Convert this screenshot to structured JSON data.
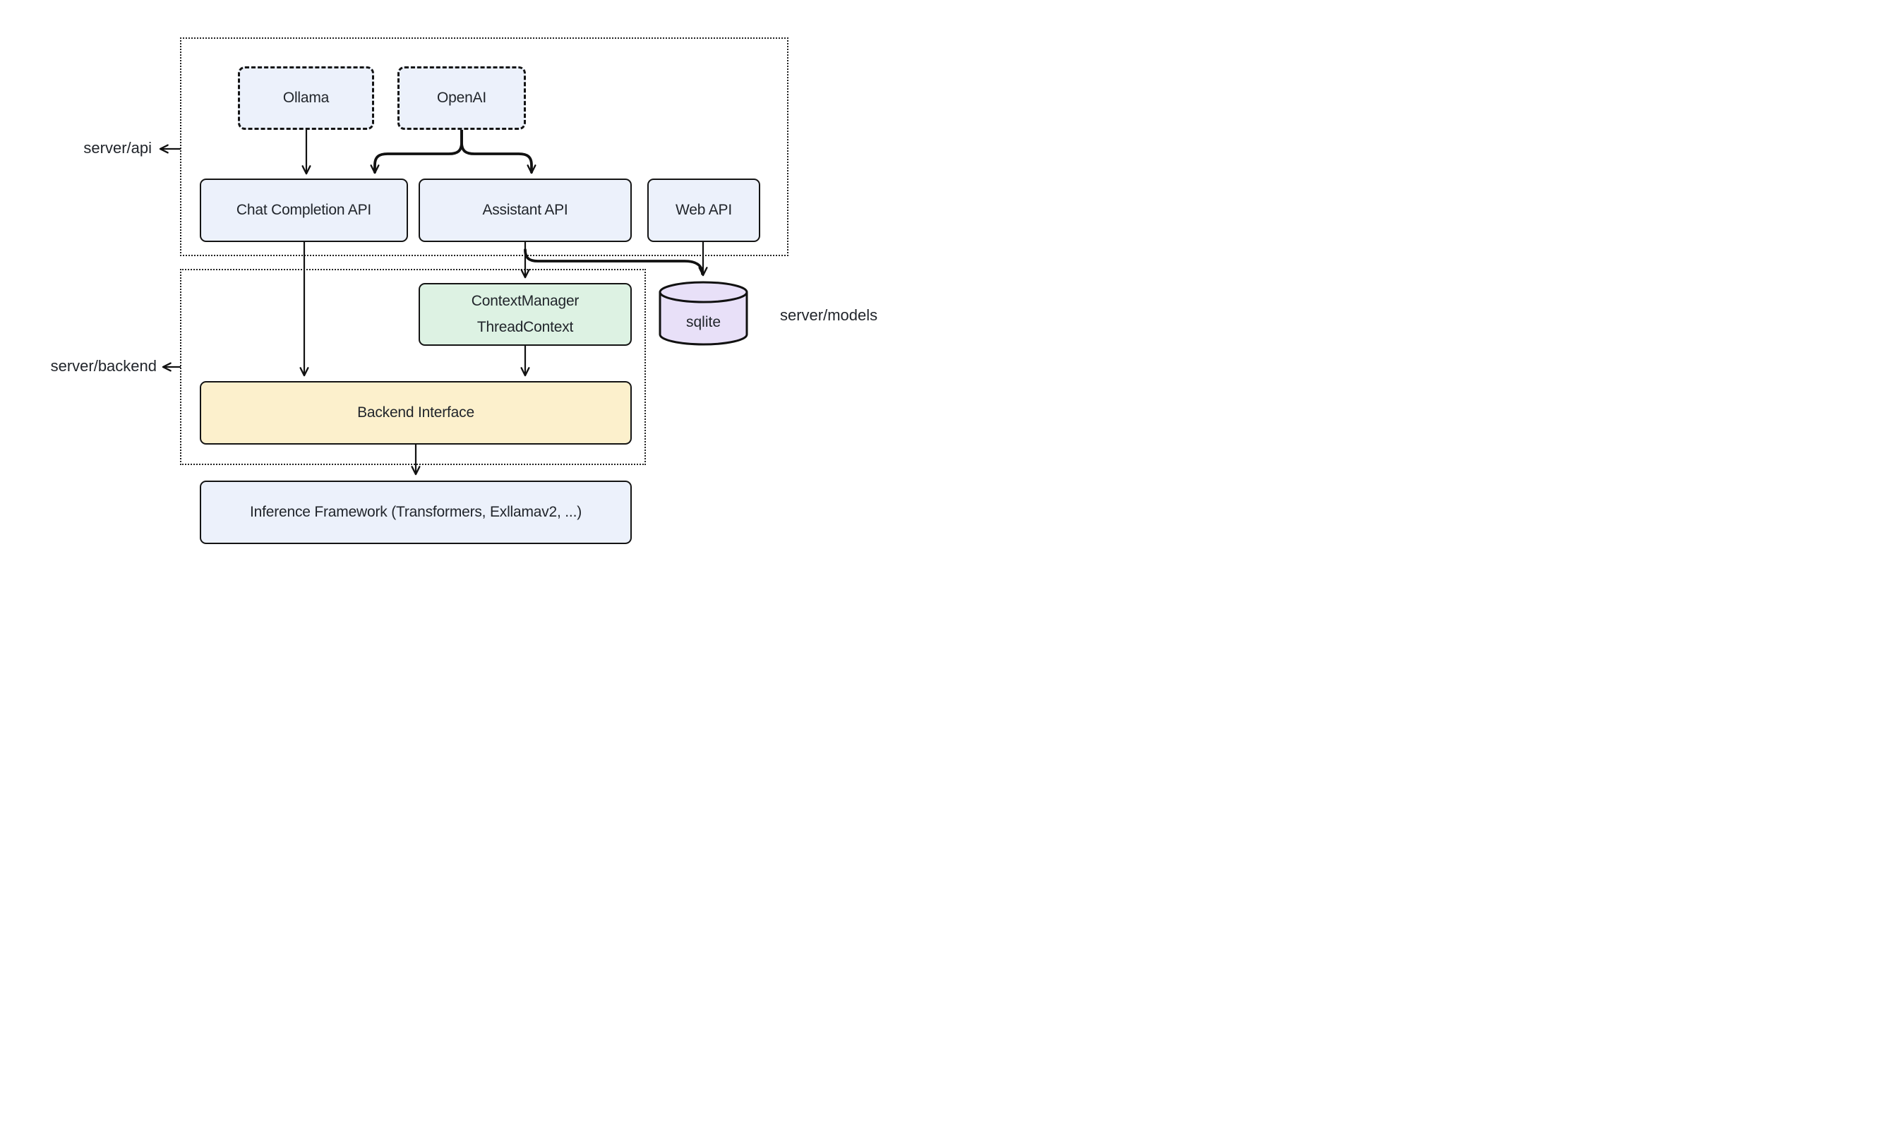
{
  "diagram": {
    "groups": {
      "api": {
        "label": "server/api"
      },
      "backend": {
        "label": "server/backend"
      },
      "models": {
        "label": "server/models"
      }
    },
    "nodes": {
      "ollama": {
        "label": "Ollama"
      },
      "openai": {
        "label": "OpenAI"
      },
      "chat_completion": {
        "label": "Chat Completion API"
      },
      "assistant_api": {
        "label": "Assistant API"
      },
      "web_api": {
        "label": "Web API"
      },
      "context_manager": {
        "line1": "ContextManager",
        "line2": "ThreadContext"
      },
      "sqlite": {
        "label": "sqlite"
      },
      "backend_interface": {
        "label": "Backend Interface"
      },
      "inference": {
        "label": "Inference Framework (Transformers, Exllamav2, ...)"
      }
    },
    "edges": [
      {
        "from": "Ollama",
        "to": "Chat Completion API"
      },
      {
        "from": "OpenAI",
        "to": "Chat Completion API"
      },
      {
        "from": "OpenAI",
        "to": "Assistant API"
      },
      {
        "from": "Chat Completion API",
        "to": "Backend Interface"
      },
      {
        "from": "Assistant API",
        "to": "ContextManager ThreadContext"
      },
      {
        "from": "Assistant API",
        "to": "sqlite"
      },
      {
        "from": "Web API",
        "to": "sqlite"
      },
      {
        "from": "ContextManager ThreadContext",
        "to": "Backend Interface"
      },
      {
        "from": "Backend Interface",
        "to": "Inference Framework (Transformers, Exllamav2, ...)"
      }
    ],
    "colors": {
      "node_blue": "#ECF1FB",
      "node_green": "#DDF2E3",
      "node_yellow": "#FCF0CC",
      "node_purple": "#E8E0F8",
      "stroke": "#111111",
      "text": "#21252B"
    }
  }
}
